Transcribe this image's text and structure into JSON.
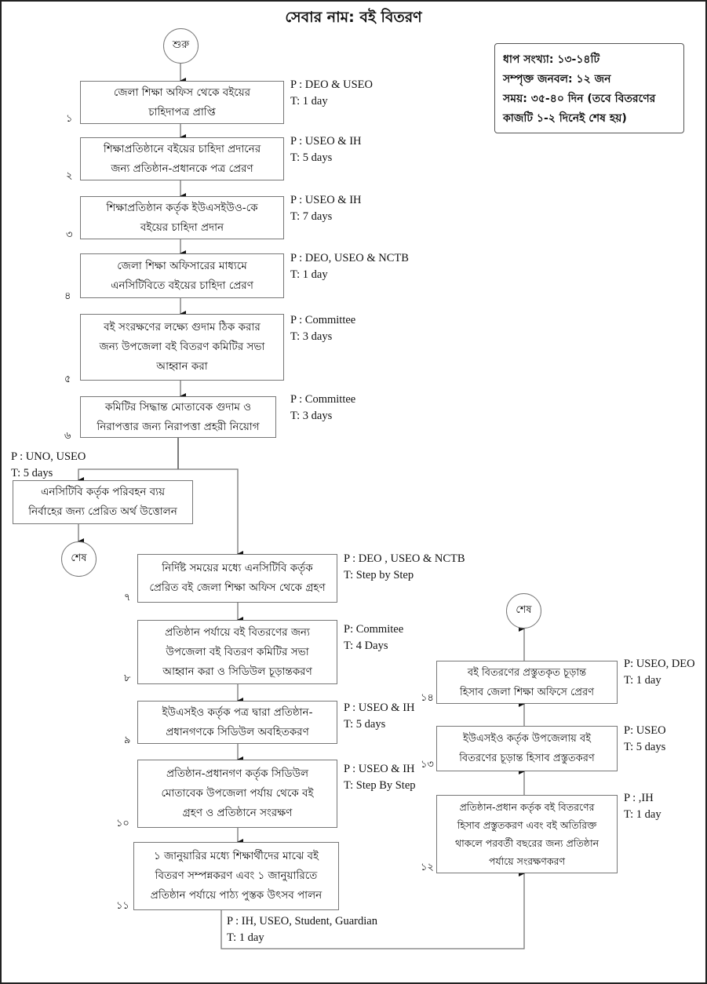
{
  "title": "সেবার নাম: বই বিতরণ",
  "info_box": {
    "lines": [
      "ধাপ সংখ্যা: ১৩-১৪টি",
      "সম্পৃক্ত জনবল: ১২ জন",
      "সময়: ৩৫-৪০ দিন (তবে বিতরণের",
      "কাজটি ১-২ দিনেই শেষ হয়)"
    ]
  },
  "terminals": {
    "start": "শুরু",
    "end_left": "শেষ",
    "end_right": "শেষ"
  },
  "steps": [
    {
      "num": "১",
      "lines": [
        "জেলা শিক্ষা অফিস থেকে বইয়ের",
        "চাহিদাপত্র প্রাপ্তি"
      ],
      "p": "P : DEO & USEO",
      "t": "T: 1 day"
    },
    {
      "num": "২",
      "lines": [
        "শিক্ষাপ্রতিষ্ঠানে বইয়ের চাহিদা প্রদানের",
        "জন্য প্রতিষ্ঠান-প্রধানকে পত্র প্রেরণ"
      ],
      "p": "P : USEO & IH",
      "t": "T: 5 days"
    },
    {
      "num": "৩",
      "lines": [
        "শিক্ষাপ্রতিষ্ঠান কর্তৃক ইউএসইউও-কে",
        "বইয়ের চাহিদা প্রদান"
      ],
      "p": "P : USEO & IH",
      "t": "T: 7 days"
    },
    {
      "num": "৪",
      "lines": [
        "জেলা শিক্ষা অফিসারের মাধ্যমে",
        "এনসিটিবিতে বইয়ের চাহিদা প্রেরণ"
      ],
      "p": "P : DEO, USEO & NCTB",
      "t": "T: 1 day"
    },
    {
      "num": "৫",
      "lines": [
        "বই সংরক্ষণের লক্ষ্যে গুদাম ঠিক করার",
        "জন্য উপজেলা বই বিতরণ কমিটির সভা",
        "আহ্বান করা"
      ],
      "p": "P : Committee",
      "t": "T: 3 days"
    },
    {
      "num": "৬",
      "lines": [
        "কমিটির সিদ্ধান্ত মোতাবেক গুদাম ও",
        "নিরাপত্তার জন্য নিরাপত্তা প্রহরী নিয়োগ"
      ],
      "p": "P : Committee",
      "t": "T: 3 days"
    },
    {
      "num": "৭",
      "lines": [
        "নির্দিষ্ট সময়ের মধ্যে এনসিটিবি কর্তৃক",
        "প্রেরিত বই জেলা শিক্ষা অফিস থেকে গ্রহণ"
      ],
      "p": "P : DEO , USEO & NCTB",
      "t": "T: Step by Step"
    },
    {
      "num": "৮",
      "lines": [
        "প্রতিষ্ঠান পর্যায়ে বই বিতরণের জন্য",
        "উপজেলা বই বিতরণ কমিটির সভা",
        "আহ্বান করা ও সিডিউল চূড়ান্তকরণ"
      ],
      "p": "P: Commitee",
      "t": "T: 4 Days"
    },
    {
      "num": "৯",
      "lines": [
        "ইউএসইও কর্তৃক পত্র দ্বারা প্রতিষ্ঠান-",
        "প্রধানগণকে সিডিউল অবহিতকরণ"
      ],
      "p": "P : USEO & IH",
      "t": "T: 5 days"
    },
    {
      "num": "১০",
      "lines": [
        "প্রতিষ্ঠান-প্রধানগণ কর্তৃক সিডিউল",
        "মোতাবেক উপজেলা পর্যায় থেকে বই",
        "গ্রহণ ও প্রতিষ্ঠানে সংরক্ষণ"
      ],
      "p": "P : USEO & IH",
      "t": "T: Step By Step"
    },
    {
      "num": "১১",
      "lines": [
        "১ জানুয়ারির মধ্যে শিক্ষার্থীদের মাঝে বই",
        "বিতরণ সম্পন্নকরণ এবং ১ জানুয়ারিতে",
        "প্রতিষ্ঠান পর্যায়ে পাঠ্য পুস্তক উৎসব পালন"
      ],
      "p": "P : IH, USEO, Student, Guardian",
      "t": "T: 1 day"
    },
    {
      "num": "১২",
      "lines": [
        "প্রতিষ্ঠান-প্রধান কর্তৃক বই বিতরণের",
        "হিসাব প্রস্তুতকরণ এবং বই অতিরিক্ত",
        "থাকলে পরবর্তী বছরের জন্য প্রতিষ্ঠান",
        "পর্যায়ে সংরক্ষণকরণ"
      ],
      "p": "P : ,IH",
      "t": "T: 1 day"
    },
    {
      "num": "১৩",
      "lines": [
        "ইউএসইও কর্তৃক উপজেলায় বই",
        "বিতরণের চূড়ান্ত হিসাব প্রস্তুতকরণ"
      ],
      "p": "P: USEO",
      "t": "T: 5 days"
    },
    {
      "num": "১৪",
      "lines": [
        "বই বিতরণের প্রস্তুতকৃত চূড়ান্ত",
        "হিসাব জেলা শিক্ষা অফিসে প্রেরণ"
      ],
      "p": "P: USEO, DEO",
      "t": "T: 1 day"
    }
  ],
  "side_branch": {
    "lines": [
      "এনসিটিবি কর্তৃক পরিবহন ব্যয়",
      "নির্বাহের জন্য প্রেরিত অর্থ উত্তোলন"
    ],
    "p": "P : UNO, USEO",
    "t": "T: 5 days"
  }
}
